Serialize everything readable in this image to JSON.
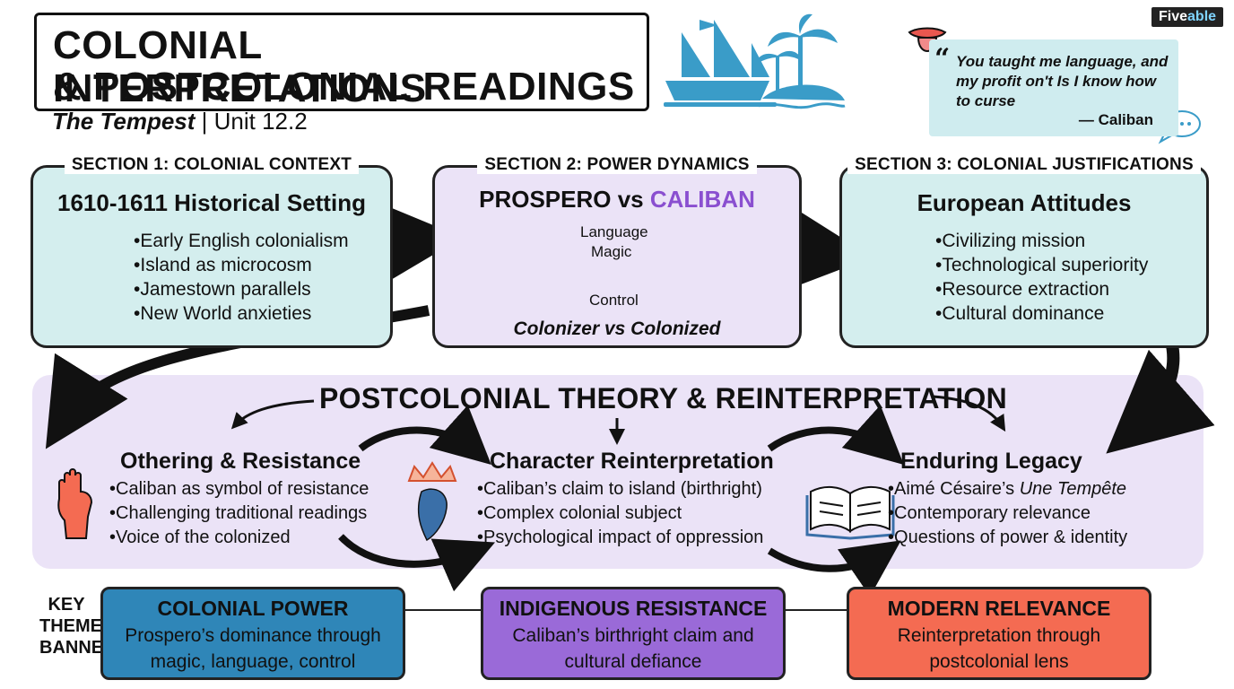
{
  "header": {
    "title_line1": "COLONIAL INTERPRETATIONS",
    "title_line2": "& POSTCOLONIAL READINGS",
    "subtitle_work": "The Tempest",
    "subtitle_unit": " | Unit 12.2"
  },
  "brand": {
    "part1": "Five",
    "part2": "able"
  },
  "quote": {
    "text": "You taught me language, and my profit on't Is I know how to curse",
    "attribution": "— Caliban"
  },
  "section1": {
    "label": "SECTION 1: COLONIAL CONTEXT",
    "title": "1610-1611 Historical Setting",
    "bullets": [
      "Early English colonialism",
      "Island as microcosm",
      "Jamestown parallels",
      "New World anxieties"
    ]
  },
  "section2": {
    "label": "SECTION 2: POWER DYNAMICS",
    "title_a": "PROSPERO vs ",
    "title_b": "CALIBAN",
    "tag_language": "Language",
    "tag_magic": "Magic",
    "tag_control": "Control",
    "caption": "Colonizer vs Colonized"
  },
  "section3": {
    "label": "SECTION 3: COLONIAL JUSTIFICATIONS",
    "title": "European Attitudes",
    "bullets": [
      "Civilizing mission",
      "Technological superiority",
      "Resource extraction",
      "Cultural dominance"
    ]
  },
  "theory": {
    "title": "POSTCOLONIAL THEORY & REINTERPRETATION",
    "othering": {
      "title": "Othering & Resistance",
      "bullets": [
        "Caliban as symbol of resistance",
        "Challenging traditional readings",
        "Voice of the colonized"
      ]
    },
    "character": {
      "title": "Character Reinterpretation",
      "bullets": [
        "Caliban’s claim to island (birthright)",
        "Complex colonial subject",
        "Psychological impact of oppression"
      ]
    },
    "legacy": {
      "title": "Enduring Legacy",
      "b1_prefix": "Aimé Césaire’s ",
      "b1_work": "Une Tempête",
      "b2": "Contemporary relevance",
      "b3": "Questions of power & identity"
    }
  },
  "key_themes": {
    "label_line1": "KEY",
    "label_line2": "THEMES",
    "label_line3": "BANNER",
    "themes": [
      {
        "title": "COLONIAL POWER",
        "line1": "Prospero’s dominance through",
        "line2": "magic, language, control",
        "color": "#2f86b8"
      },
      {
        "title": "INDIGENOUS RESISTANCE",
        "line1": "Caliban’s birthright claim and",
        "line2": "cultural defiance",
        "color": "#9a6ad8"
      },
      {
        "title": "MODERN RELEVANCE",
        "line1": "Reinterpretation through",
        "line2": "postcolonial lens",
        "color": "#f46b52"
      }
    ]
  },
  "colors": {
    "teal_bg": "#d4eeee",
    "lavender_bg": "#ebe3f7",
    "caliban_purple": "#8a4fd0",
    "quote_bg": "#cfecef",
    "icon_blue": "#3a9cc8"
  },
  "icons": [
    "ship-icon",
    "palm-island-icon",
    "tongue-icon",
    "speech-bubble-icon",
    "scroll-quill-icon",
    "prospero-face-icon",
    "caliban-face-icon",
    "book-icon",
    "magic-wand-icon",
    "chain-icon",
    "raised-fist-icon",
    "crown-island-icon",
    "open-book-icon"
  ]
}
